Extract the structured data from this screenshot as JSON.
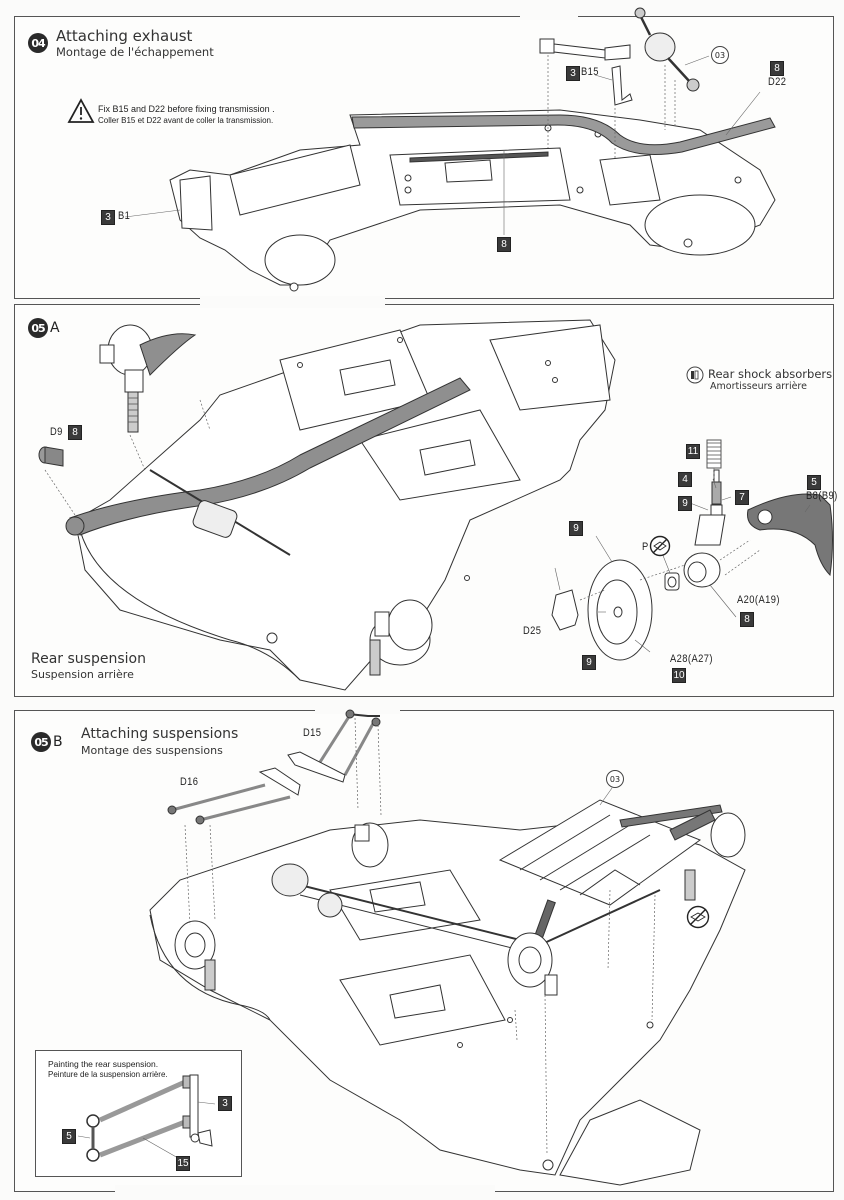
{
  "steps": [
    {
      "number": "04",
      "suffix": "",
      "title": "Attaching exhaust",
      "subtitle": "Montage de l'échappement",
      "warning": {
        "icon": "warning-triangle-icon",
        "line1": "Fix B15 and D22 before fixing transmission  .",
        "line2": "Coller B15 et D22 avant de coller la transmission."
      },
      "parts": [
        {
          "code": "B15",
          "color": "3"
        },
        {
          "code": "D22",
          "color": "8"
        },
        {
          "code": "B1",
          "color": "3"
        },
        {
          "code": "",
          "color": "8"
        }
      ],
      "assembly_ref": "03"
    },
    {
      "number": "05",
      "suffix": "A",
      "title": "Rear suspension",
      "subtitle": "Suspension arrière",
      "sub_assembly": {
        "icon": "shock-absorber-icon",
        "title": "Rear shock absorbers",
        "subtitle": "Amortisseurs arrière"
      },
      "parts": [
        {
          "code": "D9",
          "color": "8"
        },
        {
          "code": "",
          "color": "11"
        },
        {
          "code": "",
          "color": "4"
        },
        {
          "code": "",
          "color": "9"
        },
        {
          "code": "",
          "color": "7"
        },
        {
          "code": "B8(B9)",
          "color": "5"
        },
        {
          "code": "P",
          "color": ""
        },
        {
          "code": "A20(A19)",
          "color": "8"
        },
        {
          "code": "D25",
          "color": "9"
        },
        {
          "code": "A28(A27)",
          "color": "10"
        },
        {
          "code": "",
          "color": "9"
        }
      ]
    },
    {
      "number": "05",
      "suffix": "B",
      "title": "Attaching suspensions",
      "subtitle": "Montage des suspensions",
      "parts": [
        {
          "code": "D15",
          "color": ""
        },
        {
          "code": "D16",
          "color": ""
        }
      ],
      "assembly_ref": "03",
      "inset": {
        "line1": "Painting the rear suspension.",
        "line2": "Peinture de la suspension arrière.",
        "colors": [
          "3",
          "5",
          "15"
        ]
      }
    }
  ]
}
